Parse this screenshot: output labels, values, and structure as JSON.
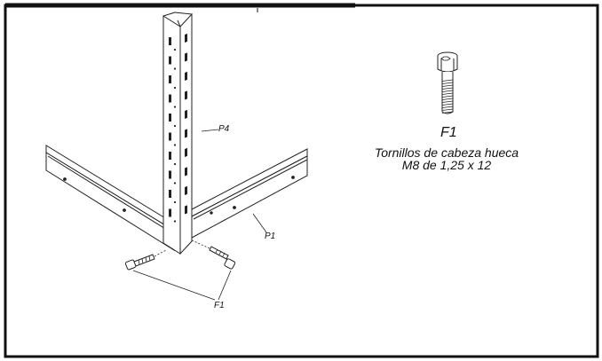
{
  "labels": {
    "post": "P4",
    "beam": "P1",
    "screws_bottom": "F1",
    "screw_title": "F1"
  },
  "caption": {
    "line1": "Tornillos de cabeza hueca",
    "line2": "M8 de 1,25 x 12"
  },
  "colors": {
    "line": "#222222",
    "border": "#111111",
    "background": "#ffffff"
  }
}
